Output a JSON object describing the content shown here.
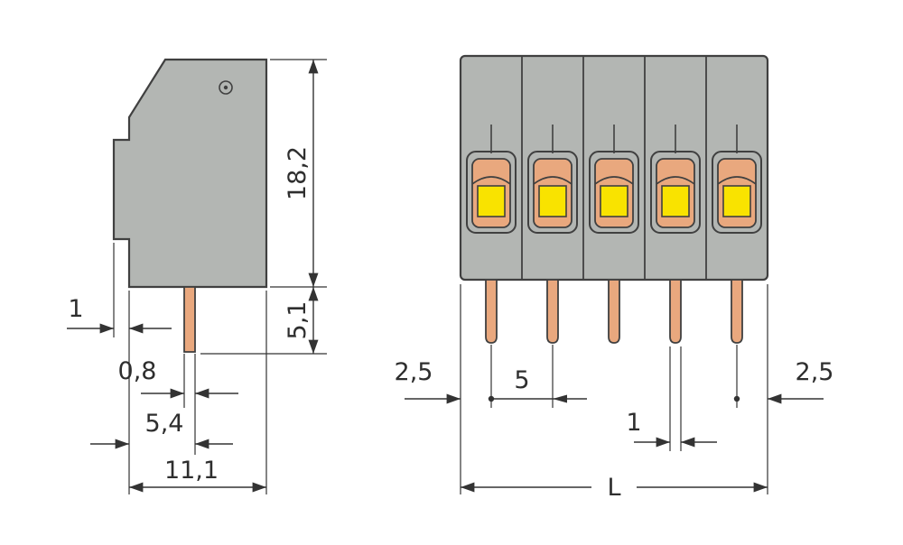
{
  "drawing": {
    "kind": "terminal-block-dimension-drawing",
    "side_view": {
      "labels": {
        "height": "18,2",
        "pin_length": "5,1",
        "flange_width": "1",
        "pin_thickness": "0,8",
        "pin_to_front": "5,4",
        "depth": "11,1"
      }
    },
    "front_view": {
      "terminal_count": 5,
      "labels": {
        "edge_left": "2,5",
        "pitch": "5",
        "pin_width": "1",
        "edge_right": "2,5",
        "total_length": "L"
      }
    },
    "colors": {
      "body": "#b3b6b3",
      "outline": "#404040",
      "pin": "#e9a87e",
      "button": "#f9e300",
      "dimension": "#333333",
      "background": "#ffffff"
    }
  }
}
